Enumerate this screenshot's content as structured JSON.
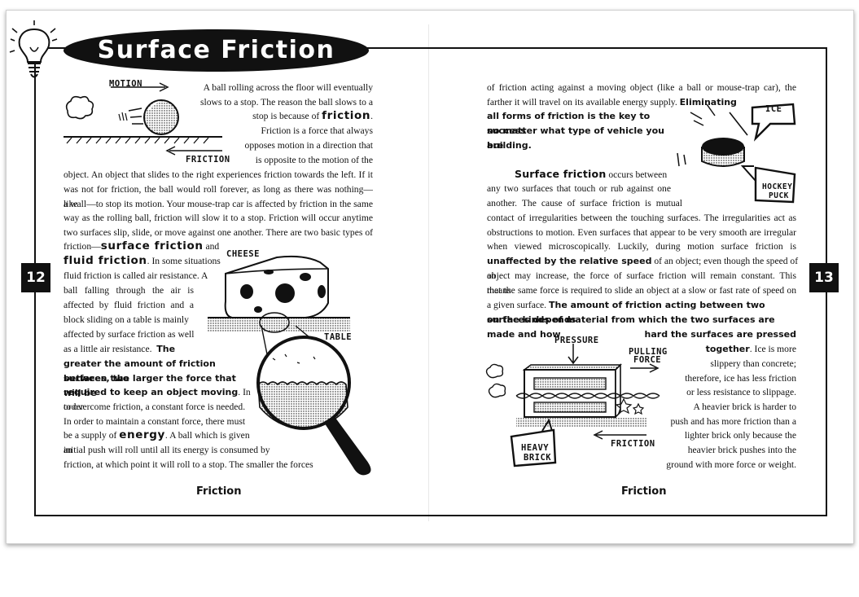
{
  "title": "Surface Friction",
  "page_numbers": {
    "left": "12",
    "right": "13"
  },
  "footer": {
    "left": "Friction",
    "right": "Friction"
  },
  "left": {
    "p1_lines": [
      "A ball rolling across the floor will eventually",
      "slows to a stop.  The reason the ball slows to a",
      "stop is because of",
      "friction",
      ".",
      "Friction is a force that always",
      "opposes motion in a direction that",
      "is opposite to the motion of the",
      "object.  An object that slides to the right experiences friction towards the left.  If it",
      "was not for friction, the ball would roll forever, as long as there was nothing—like",
      "a wall—to stop its motion.  Your mouse-trap car is affected by friction in the same",
      "way as the rolling ball, friction will slow it to a stop.  Friction will occur anytime",
      "two surfaces slip, slide, or move against one another.  There are two basic types of"
    ],
    "p2": {
      "l1_a": "friction—",
      "l1_b": "surface friction",
      "l1_c": " and",
      "l2_a": "fluid friction",
      "l2_b": ". In some situations",
      "lines": [
        "fluid friction is called air resistance.  A",
        "ball falling through the air is",
        "affected by fluid friction and a",
        "block sliding on a table is mainly",
        "affected by surface friction as well"
      ],
      "l8_a": "as a little air resistance.",
      "l8_b": "The",
      "bold_lines": [
        "greater the amount of friction between two",
        "surfaces, the larger the force that will be"
      ],
      "l11_a": "required to keep an object moving",
      "l11_b": ". In order",
      "lines2": [
        "to overcome friction, a constant force is needed.",
        "In order to maintain a constant force, there must"
      ],
      "l14_a": "be a supply of ",
      "l14_b": "energy",
      "l14_c": ".  A ball which is given an",
      "lines3": [
        "initial push will roll until all its energy is consumed by",
        "friction, at which point it will roll to a stop.  The smaller the forces"
      ]
    },
    "labels": {
      "motion": "MOTION",
      "friction": "FRICTION",
      "cheese": "CHEESE",
      "table": "TABLE"
    }
  },
  "right": {
    "p1_lines": [
      "of friction acting against a moving object (like a ball or mouse-trap car), the",
      "farther it will travel on its available energy supply."
    ],
    "p1_bold_a": "Eliminating",
    "p1_bold_lines": [
      "all forms of friction is the key to success",
      "no matter what type of vehicle you are",
      "building."
    ],
    "p2_a": "Surface friction",
    "p2_b": " occurs between",
    "p2_lines": [
      "any two surfaces that touch or rub against one",
      "another.  The cause of surface friction is mutual",
      "contact of irregularities between the touching surfaces. The irregularities act as",
      "obstructions to motion.  Even surfaces that appear to be very smooth are irregular",
      "when viewed microscopically.  Luckily, during motion surface friction is"
    ],
    "p2_l8_a": "unaffected by the relative speed",
    "p2_l8_b": " of an object; even though the speed of an",
    "p2_lines2": [
      "object may increase, the force of surface friction will remain constant.  This means",
      "that the same force is required to slide an object at a slow or fast rate of speed on"
    ],
    "p2_l11_a": "a given surface.",
    "p2_l11_b": "The amount of friction acting between two surfaces depends",
    "p2_bold_lines": [
      "on the kinds of material from which the two surfaces are made and how",
      "hard the surfaces are pressed"
    ],
    "p2_l14_a": "together",
    "p2_l14_b": ".  Ice is more",
    "p2_lines3": [
      "slippery  than  concrete;",
      "therefore, ice has less friction",
      "or less resistance to slippage.",
      "A heavier brick is harder to",
      "push and has more friction than a",
      "lighter brick only because the",
      "heavier brick pushes into the",
      "ground with more force or weight."
    ],
    "labels": {
      "ice": "ICE",
      "hockey": "HOCKEY",
      "puck": "PUCK",
      "pressure": "PRESSURE",
      "pulling": "PULLING",
      "force": "FORCE",
      "friction": "FRICTION",
      "heavy": "HEAVY",
      "brick": "BRICK"
    }
  }
}
